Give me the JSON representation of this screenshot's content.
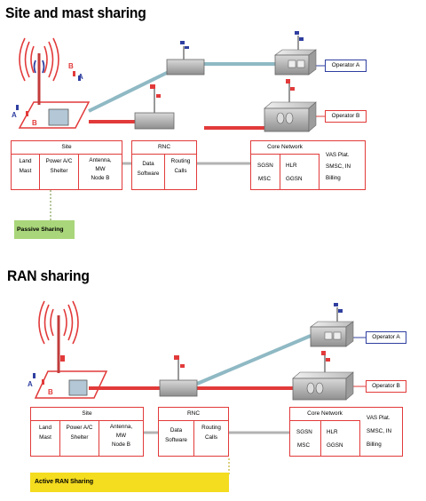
{
  "titles": {
    "top": "Site and mast sharing",
    "bottom": "RAN sharing"
  },
  "top": {
    "site": {
      "title": "Site",
      "c1": [
        "Land",
        "Mast"
      ],
      "c2": [
        "Power A/C",
        "Shelter"
      ],
      "c3": [
        "Antenna,",
        "MW",
        "Node B"
      ]
    },
    "rnc": {
      "title": "RNC",
      "c1": [
        "Data",
        "Software"
      ],
      "c2": [
        "Routing",
        "Calls"
      ]
    },
    "core": {
      "title": "Core Network",
      "r1": [
        "SGSN",
        "HLR"
      ],
      "r2": [
        "MSC",
        "GGSN"
      ]
    },
    "vas": [
      "VAS Plat.",
      "SMSC, IN",
      "Billing"
    ],
    "operator_a": "Operator A",
    "operator_b": "Operator B",
    "badge": "Passive Sharing"
  },
  "bottom": {
    "site": {
      "title": "Site",
      "c1": [
        "Land",
        "Mast"
      ],
      "c2": [
        "Power A/C",
        "Shelter"
      ],
      "c3": [
        "Antenna,",
        "MW",
        "Node B"
      ]
    },
    "rnc": {
      "title": "RNC",
      "c1": [
        "Data",
        "Software"
      ],
      "c2": [
        "Routing",
        "Calls"
      ]
    },
    "core": {
      "title": "Core Network",
      "r1": [
        "SGSN",
        "HLR"
      ],
      "r2": [
        "MSC",
        "GGSN"
      ]
    },
    "vas": [
      "VAS Plat.",
      "SMSC, IN",
      "Billing"
    ],
    "operator_a": "Operator A",
    "operator_b": "Operator B",
    "badge": "Active RAN Sharing"
  },
  "letters": {
    "a": "A",
    "b": "B"
  },
  "colors": {
    "red": "#e23a3a",
    "blue": "#2f3fa0",
    "gray": "#b3b3b3",
    "teal": "#8fb9c4",
    "passive": "#a9d67a",
    "active": "#f4dc1f"
  }
}
